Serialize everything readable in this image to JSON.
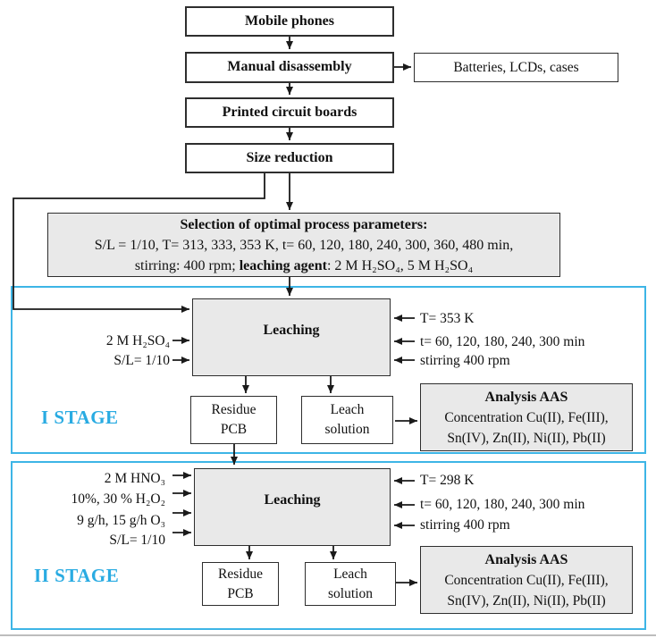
{
  "diagram": {
    "top_flow": {
      "mobile_phones": "Mobile phones",
      "manual_disassembly": "Manual disassembly",
      "batteries": "Batteries, LCDs, cases",
      "printed_circuit_boards": "Printed circuit boards",
      "size_reduction": "Size reduction"
    },
    "selection_box": {
      "title": "Selection of optimal process parameters:",
      "line2": "S/L = 1/10, T= 313, 333, 353 K, t= 60, 120, 180, 240, 300, 360, 480 min,",
      "line3_pre": "stirring: 400 rpm; ",
      "line3_bold": "leaching agent",
      "line3_post": ": 2 M H₂SO₄, 5 M H₂SO₄"
    },
    "stage1": {
      "label": "I STAGE",
      "leaching_title": "Leaching",
      "inputs_left": [
        "2 M H₂SO₄",
        "S/L= 1/10"
      ],
      "inputs_right": [
        "T= 353 K",
        "t= 60, 120, 180, 240, 300 min",
        "stirring 400 rpm"
      ],
      "residue": {
        "line1": "Residue",
        "line2": "PCB"
      },
      "leach_solution": {
        "line1": "Leach",
        "line2": "solution"
      },
      "analysis": {
        "title": "Analysis AAS",
        "line1": "Concentration Cu(II), Fe(III),",
        "line2": "Sn(IV), Zn(II), Ni(II), Pb(II)"
      }
    },
    "stage2": {
      "label": "II STAGE",
      "leaching_title": "Leaching",
      "inputs_left": [
        "2 M HNO₃",
        "10%, 30 % H₂O₂",
        "9 g/h, 15 g/h O₃",
        "S/L= 1/10"
      ],
      "inputs_right": [
        "T= 298 K",
        "t= 60, 120, 180, 240, 300 min",
        "stirring 400 rpm"
      ],
      "residue": {
        "line1": "Residue",
        "line2": "PCB"
      },
      "leach_solution": {
        "line1": "Leach",
        "line2": "solution"
      },
      "analysis": {
        "title": "Analysis AAS",
        "line1": "Concentration Cu(II), Fe(III),",
        "line2": "Sn(IV), Zn(II), Ni(II), Pb(II)"
      }
    },
    "colors": {
      "stage_border": "#3db5e6",
      "stage_label_text": "#29abe2",
      "process_box_fill": "#e9e9e9",
      "line_color": "#1a1a1a"
    }
  }
}
